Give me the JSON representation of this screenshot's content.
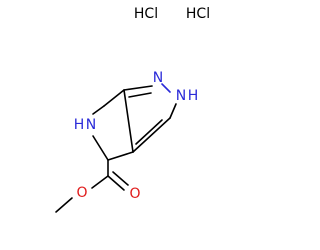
{
  "molecule": {
    "salt_labels": [
      "HCl",
      "HCl"
    ],
    "atom_labels": {
      "n_pyrazole_1": "N",
      "nh_pyrazole_2": "N",
      "nh_pyrazole_2_h": "H",
      "nh_pyrrolidine": "N",
      "nh_pyrrolidine_h": "H",
      "o_carbonyl": "O",
      "o_ester": "O"
    },
    "colors": {
      "nitrogen": "#2a2ad8",
      "oxygen": "#e01a1a",
      "carbon_bond": "#000000"
    }
  }
}
